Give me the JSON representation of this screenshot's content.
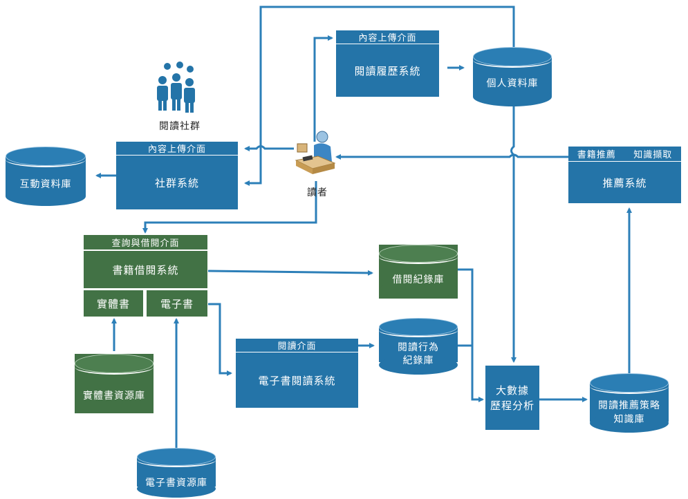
{
  "nodes": {
    "community_icon_label": "閱讀社群",
    "reader_label": "讀者",
    "content_upload_top_header": "內容上傳介面",
    "reading_history_system": "閱讀履歷系統",
    "personal_db": "個人資料庫",
    "content_upload_mid_header": "內容上傳介面",
    "community_system": "社群系統",
    "interaction_db": "互動資料庫",
    "recommend_header_left": "書籍推薦",
    "recommend_header_right": "知識擷取",
    "recommend_system": "推薦系統",
    "query_borrow_header": "查詢與借閱介面",
    "book_borrow_system": "書籍借閱系統",
    "physical_book": "實體書",
    "ebook": "電子書",
    "borrow_record_db": "借閱紀錄庫",
    "reading_interface_header": "閱讀介面",
    "ebook_reading_system": "電子書閱讀系統",
    "reading_behavior_db_line1": "閱讀行為",
    "reading_behavior_db_line2": "紀錄庫",
    "physical_book_resource_db": "實體書資源庫",
    "ebook_resource_db": "電子書資源庫",
    "big_data_line1": "大數據",
    "big_data_line2": "歷程分析",
    "strategy_db_line1": "閱讀推薦策略",
    "strategy_db_line2": "知識庫"
  },
  "colors": {
    "blue": "#2474a8",
    "green": "#427245",
    "arrow": "#2c7fb8"
  },
  "icons": [
    "community-people-icon",
    "reader-at-desk-icon"
  ]
}
